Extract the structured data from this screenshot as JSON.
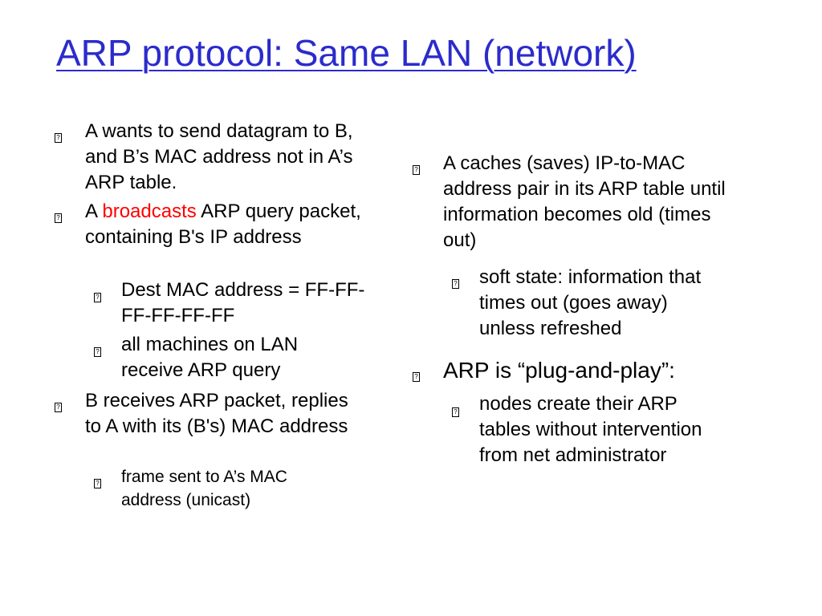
{
  "title": "ARP protocol: Same LAN (network)",
  "bullet_glyph": "?",
  "colors": {
    "title": "#2b2bcc",
    "highlight": "#ff0000",
    "text": "#000000"
  },
  "left_column": {
    "item1": {
      "text": "A wants to send datagram to B, and B’s MAC address not in A’s ARP table."
    },
    "item2": {
      "prefix": "A",
      "highlight": "broadcasts",
      "suffix": "ARP query packet, containing B's IP address",
      "sub1": "Dest MAC address = FF-FF-FF-FF-FF-FF",
      "sub2": "all machines on LAN receive ARP query"
    },
    "item3": {
      "text": "B receives ARP packet, replies to A with its (B's) MAC address",
      "sub1": "frame sent to A’s MAC address (unicast)"
    }
  },
  "right_column": {
    "item1": {
      "text": "A caches (saves) IP-to-MAC address pair in its ARP table until information becomes old (times out)",
      "sub1": "soft state: information that times out (goes away) unless refreshed"
    },
    "item2": {
      "text": "ARP is “plug-and-play”:",
      "sub1": "nodes create their ARP tables without intervention from net administrator"
    }
  }
}
